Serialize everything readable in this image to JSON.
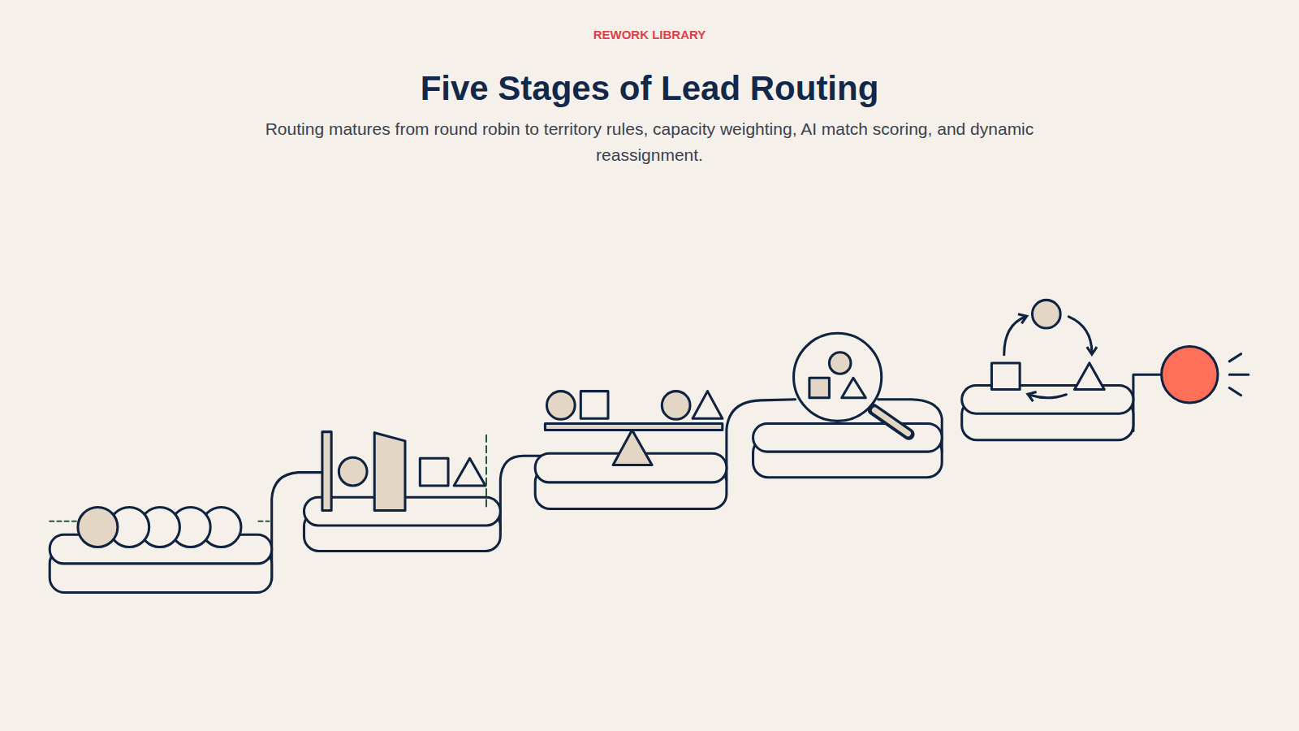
{
  "diagram": {
    "title": "Five Stages of Lead Routing",
    "caption": "Routing matures from round robin to territory rules, capacity weighting, AI match scoring, and dynamic reassignment.",
    "labels": [
      "REWORK LIBRARY"
    ]
  }
}
